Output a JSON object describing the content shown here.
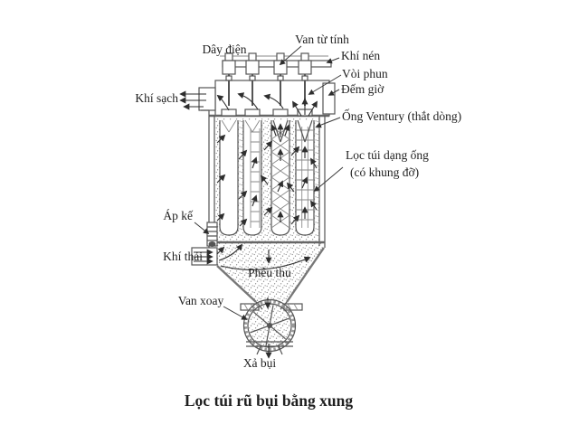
{
  "figure": {
    "caption": "Lọc túi rũ bụi bằng xung",
    "labels": {
      "wire": "Dây điện",
      "solenoid_valve": "Van từ tính",
      "compressed_air": "Khí nén",
      "spray_nozzle": "Vòi phun",
      "timer": "Đếm giờ",
      "clean_gas": "Khí sạch",
      "venturi": "Ống Ventury (thắt dòng)",
      "filter_bag_line1": "Lọc túi dạng ống",
      "filter_bag_line2": "(có khung đỡ)",
      "manometer": "Áp kế",
      "dirty_gas": "Khí thải",
      "hopper": "Phễu thu",
      "rotary_valve": "Van xoay",
      "dust_discharge": "Xả bụi"
    },
    "colors": {
      "background": "#ffffff",
      "line": "#555555",
      "text": "#1f1f1f",
      "stipple_dots": "#8a8a8a",
      "flow_arrow": "#2e2e2e"
    }
  }
}
